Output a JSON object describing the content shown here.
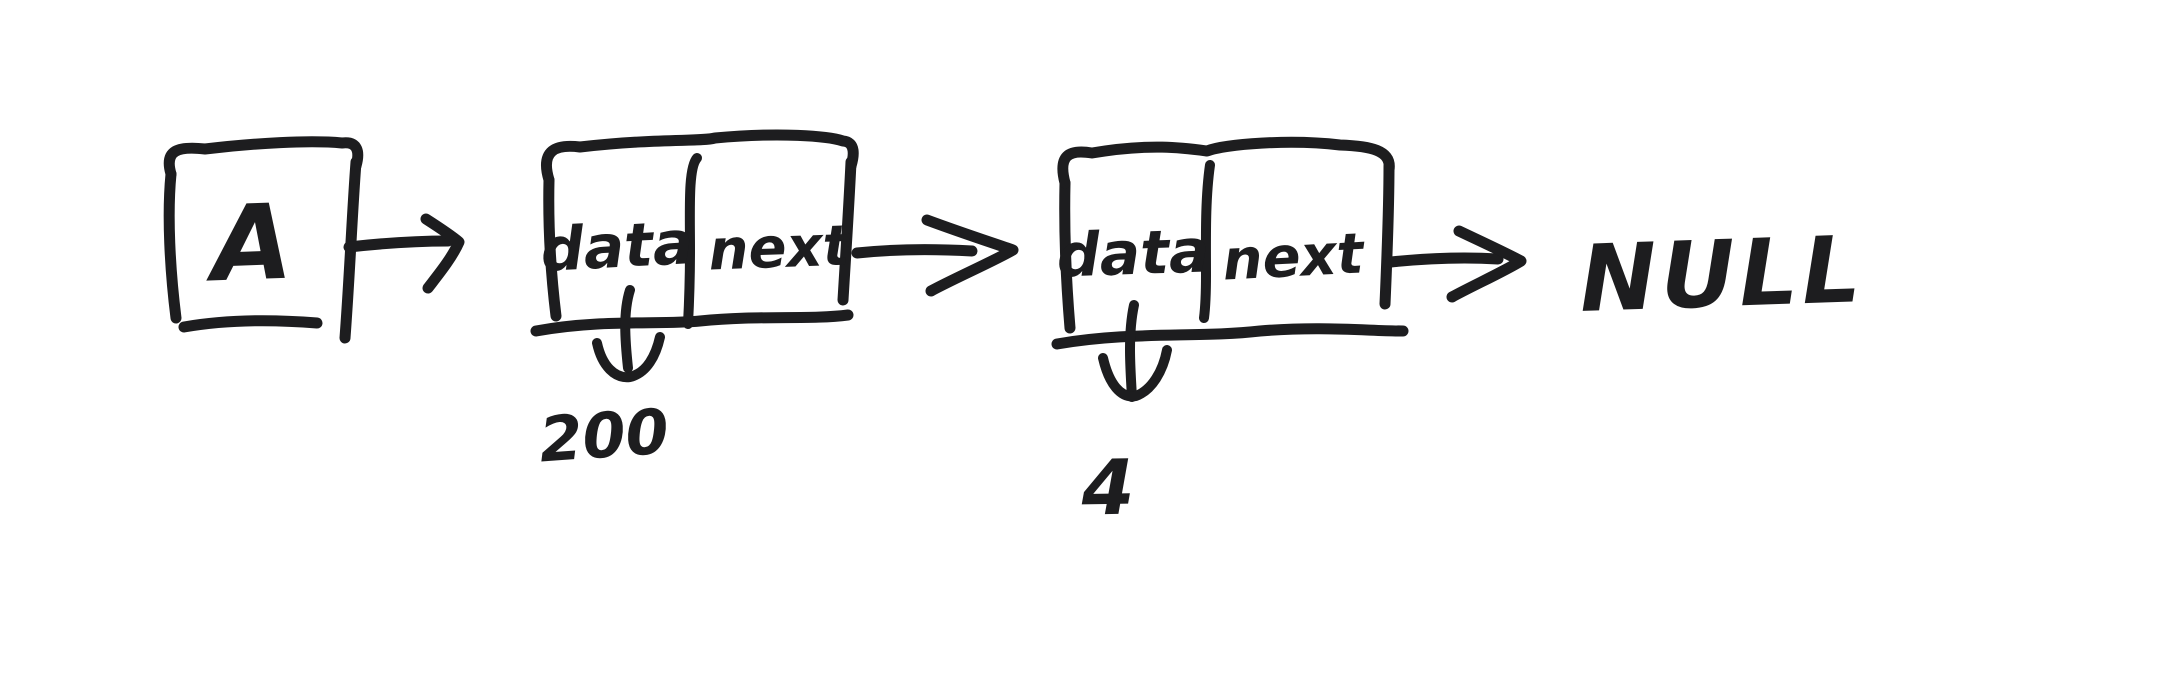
{
  "colors": {
    "ink": "#1d1d1f",
    "background": "#ffffff"
  },
  "diagram": {
    "kind": "singly-linked-list-sketch",
    "head": {
      "label": "A"
    },
    "nodes": [
      {
        "fields": {
          "data": "data",
          "next": "next"
        },
        "value": "200"
      },
      {
        "fields": {
          "data": "data",
          "next": "next"
        },
        "value": "4"
      }
    ],
    "terminator_label": "NULL"
  }
}
